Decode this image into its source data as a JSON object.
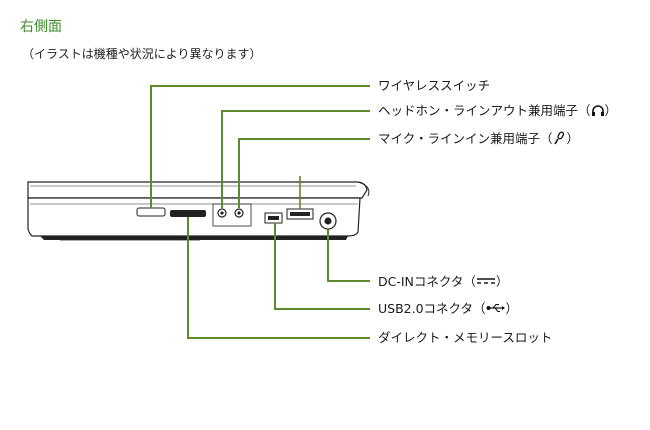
{
  "page": {
    "title": "右側面",
    "note": "（イラストは機種や状況により異なります）"
  },
  "labels": {
    "wireless_switch": "ワイヤレススイッチ",
    "headphone_jack": "ヘッドホン・ラインアウト兼用端子（",
    "headphone_jack_end": "）",
    "mic_jack": "マイク・ラインイン兼用端子（",
    "mic_jack_end": "）",
    "dc_in": "DC-INコネクタ（",
    "dc_in_end": "）",
    "usb": "USB2.0コネクタ（",
    "usb_end": "）",
    "memory_slot": "ダイレクト・メモリースロット"
  },
  "colors": {
    "title": "#3a8a2c",
    "leader_line": "#5f8a2b",
    "device_outline": "#222222"
  },
  "icons": [
    "headphone-icon",
    "microphone-icon",
    "dc-power-icon",
    "usb-icon"
  ]
}
